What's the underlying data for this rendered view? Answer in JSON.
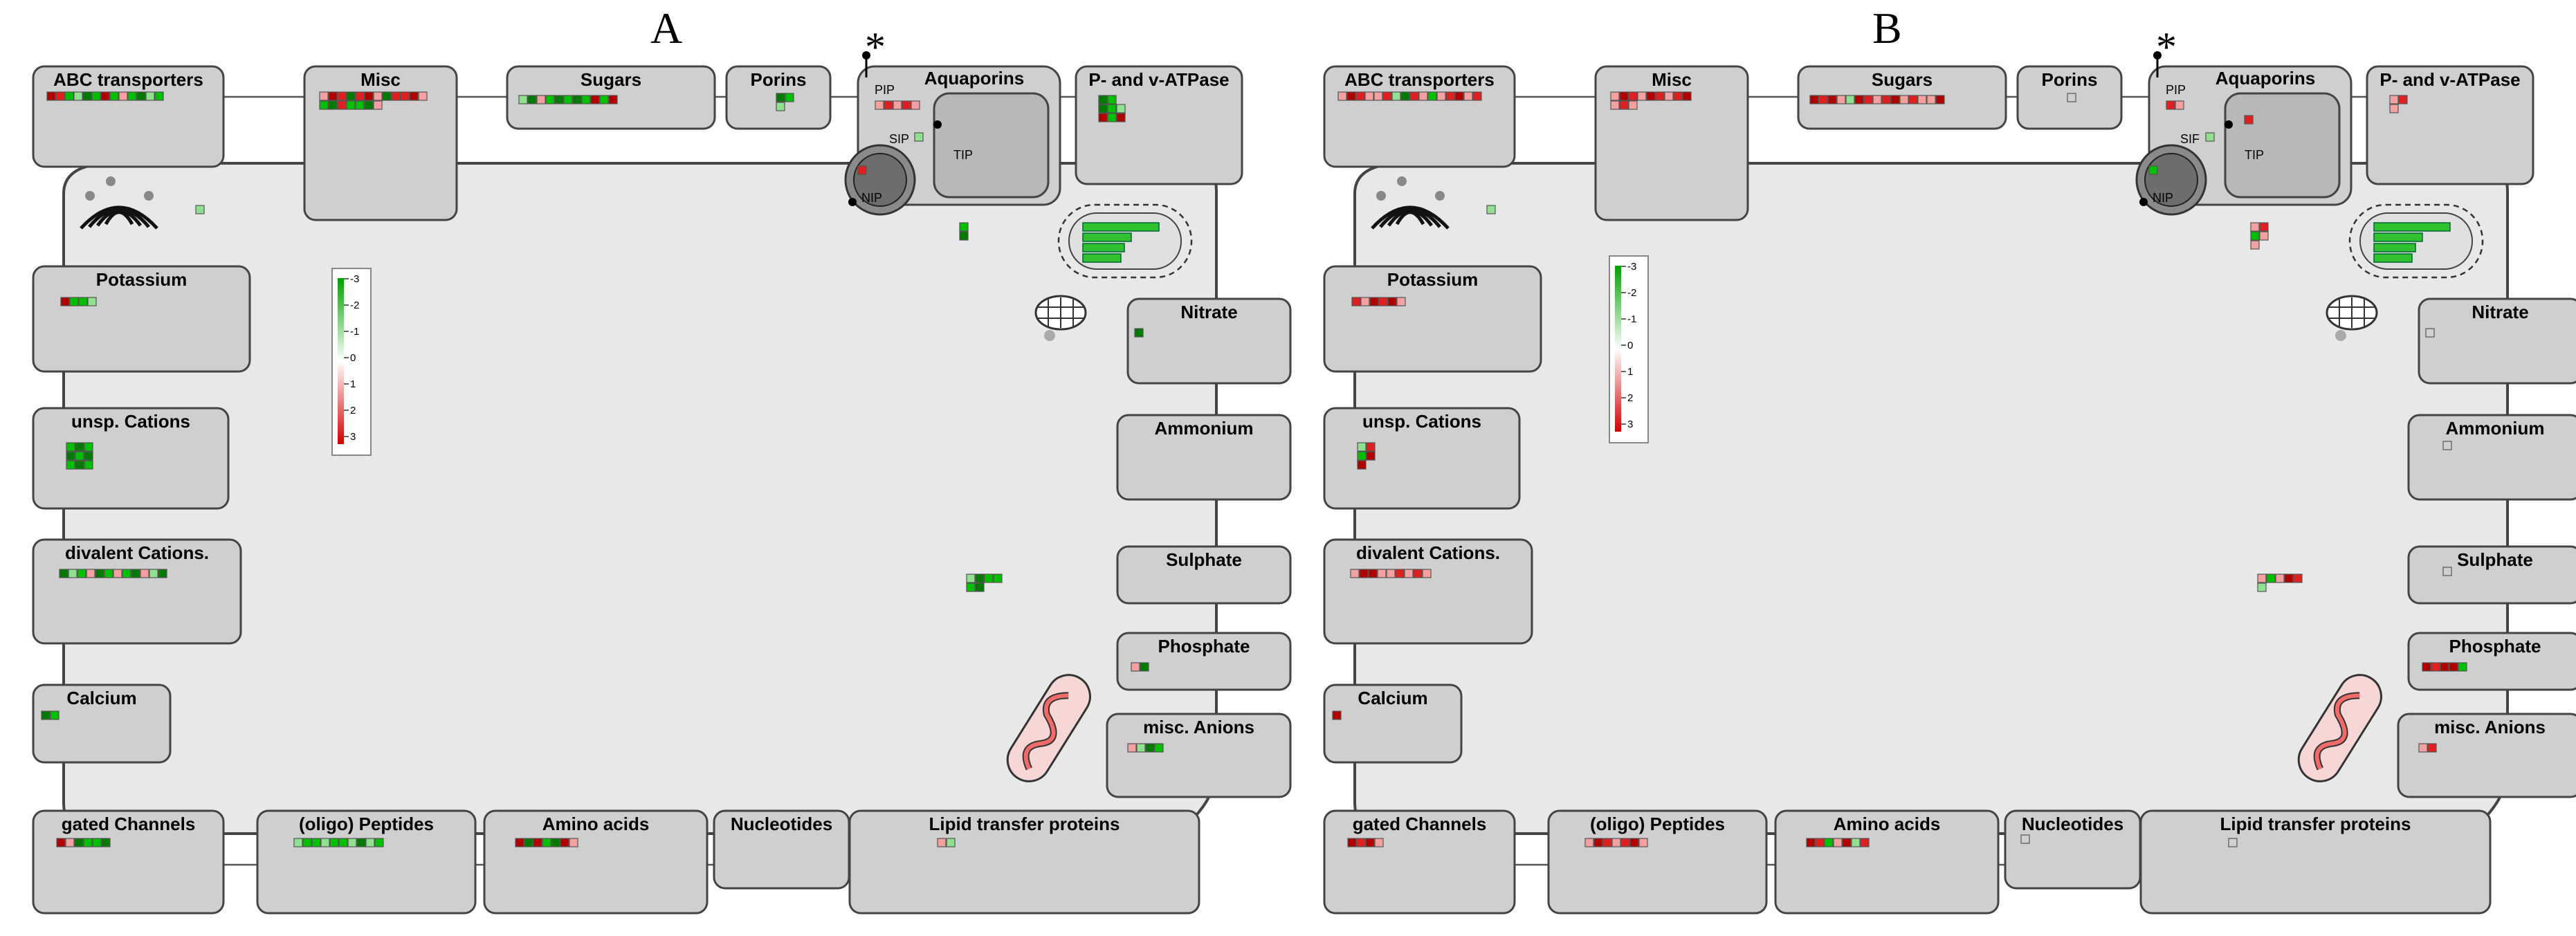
{
  "colors": {
    "dg": "#007a00",
    "g": "#00c000",
    "lg": "#8fe08f",
    "dr": "#b00000",
    "r": "#e02020",
    "lr": "#f4a0a0",
    "n": "#d0d0d0"
  },
  "legend": {
    "ticks": [
      "-3",
      "-2",
      "-1",
      "0",
      "1",
      "2",
      "3"
    ]
  },
  "panels": [
    {
      "letter": "A",
      "star": "*",
      "labels": {
        "abc": "ABC transporters",
        "misc": "Misc",
        "sugars": "Sugars",
        "porins": "Porins",
        "aquaporins": "Aquaporins",
        "pip": "PIP",
        "sip": "SIP",
        "tip": "TIP",
        "nip": "NIP",
        "atpase": "P- and v-ATPase",
        "potassium": "Potassium",
        "cations": "unsp. Cations",
        "divalent": "divalent Cations.",
        "calcium": "Calcium",
        "nitrate": "Nitrate",
        "ammonium": "Ammonium",
        "sulphate": "Sulphate",
        "phosphate": "Phosphate",
        "anions": "misc. Anions",
        "gated": "gated Channels",
        "peptides": "(oligo) Peptides",
        "aminoacids": "Amino acids",
        "nucleotides": "Nucleotides",
        "lipid": "Lipid transfer proteins"
      },
      "squares": {
        "abc": [
          [
            "dr",
            "r",
            "g",
            "lg",
            "dg",
            "g",
            "dr",
            "g",
            "lr",
            "g",
            "dg",
            "lg",
            "g"
          ]
        ],
        "misc": [
          [
            "lr",
            "dr",
            "r",
            "dg",
            "r",
            "dr",
            "lr",
            "dg",
            "r",
            "r",
            "dr",
            "lr"
          ],
          [
            "g",
            "dg",
            "r",
            "g",
            "g",
            "dg",
            "lr"
          ]
        ],
        "sugars": [
          [
            "lg",
            "dg",
            "lr",
            "g",
            "dg",
            "g",
            "dg",
            "g",
            "dr",
            "g",
            "dr"
          ]
        ],
        "porins": [
          [
            "dg",
            "g"
          ],
          [
            "lg"
          ]
        ],
        "pip": [
          [
            "lr",
            "r",
            "lr",
            "r",
            "lr"
          ]
        ],
        "sip": [
          [
            "lg"
          ]
        ],
        "nip": [
          [
            "r"
          ]
        ],
        "atpase": [
          [
            "dg",
            "g"
          ],
          [
            "dg",
            "g",
            "lg"
          ],
          [
            "dr",
            "g",
            "dr"
          ]
        ],
        "scatter1": [
          [
            "lg"
          ]
        ],
        "scatter2": [
          [
            "g"
          ],
          [
            "dg"
          ]
        ],
        "scatter3": [
          [
            "lg",
            "dg",
            "g",
            "g"
          ],
          [
            "g",
            "dg"
          ]
        ],
        "potassium": [
          [
            "dr",
            "g",
            "g",
            "lg"
          ]
        ],
        "cations": [
          [
            "g",
            "dg",
            "g"
          ],
          [
            "dg",
            "g",
            "dg"
          ],
          [
            "g",
            "dg",
            "g"
          ]
        ],
        "divalent": [
          [
            "dg",
            "lg",
            "g",
            "lr",
            "dg",
            "g",
            "lr",
            "g",
            "dg",
            "lr",
            "lg",
            "dg"
          ]
        ],
        "calcium": [
          [
            "dg",
            "g"
          ]
        ],
        "nitrate": [
          [
            "dg"
          ]
        ],
        "phosphate": [
          [
            "lr",
            "dg"
          ]
        ],
        "anions": [
          [
            "lr",
            "lg",
            "dg",
            "g"
          ]
        ],
        "gated": [
          [
            "dr",
            "lr",
            "dg",
            "g",
            "g",
            "dg"
          ]
        ],
        "peptides": [
          [
            "lg",
            "g",
            "g",
            "lg",
            "g",
            "g",
            "lg",
            "dg",
            "lg",
            "g"
          ]
        ],
        "aminoacids": [
          [
            "dr",
            "dg",
            "dr",
            "g",
            "dg",
            "dr",
            "lr"
          ]
        ],
        "lipid": [
          [
            "lr",
            "lg"
          ]
        ]
      }
    },
    {
      "letter": "B",
      "star": "*",
      "labels": {
        "abc": "ABC transporters",
        "misc": "Misc",
        "sugars": "Sugars",
        "porins": "Porins",
        "aquaporins": "Aquaporins",
        "pip": "PIP",
        "sip": "SIF",
        "tip": "TIP",
        "nip": "NIP",
        "atpase": "P- and v-ATPase",
        "potassium": "Potassium",
        "cations": "unsp. Cations",
        "divalent": "divalent Cations.",
        "calcium": "Calcium",
        "nitrate": "Nitrate",
        "ammonium": "Ammonium",
        "sulphate": "Sulphate",
        "phosphate": "Phosphate",
        "anions": "misc. Anions",
        "gated": "gated Channels",
        "peptides": "(oligo) Peptides",
        "aminoacids": "Amino acids",
        "nucleotides": "Nucleotides",
        "lipid": "Lipid transfer proteins"
      },
      "squares": {
        "abc": [
          [
            "lr",
            "dr",
            "r",
            "lr",
            "lr",
            "r",
            "lg",
            "dg",
            "r",
            "lr",
            "g",
            "lr",
            "r",
            "dr",
            "lr",
            "r"
          ]
        ],
        "misc": [
          [
            "lr",
            "dr",
            "r",
            "lr",
            "dr",
            "r",
            "lr",
            "r",
            "dr"
          ],
          [
            "lr",
            "r",
            "lr"
          ]
        ],
        "sugars": [
          [
            "dr",
            "r",
            "dr",
            "lr",
            "lg",
            "dr",
            "r",
            "lr",
            "r",
            "dr",
            "lr",
            "r",
            "lr",
            "lr",
            "dr"
          ]
        ],
        "porins": [
          [
            "n"
          ]
        ],
        "pip": [
          [
            "r",
            "lr"
          ]
        ],
        "sip": [
          [
            "lg"
          ]
        ],
        "tip": [
          [
            "r"
          ]
        ],
        "nip": [
          [
            "g"
          ]
        ],
        "atpase": [
          [
            "lr",
            "r"
          ],
          [
            "lr"
          ]
        ],
        "scatter1": [
          [
            "lg"
          ]
        ],
        "scatter2": [
          [
            "lr",
            "r"
          ],
          [
            "g",
            "lr"
          ],
          [
            "lr"
          ]
        ],
        "scatter3": [
          [
            "lr",
            "g",
            "lr",
            "dr",
            "r"
          ],
          [
            "lg"
          ]
        ],
        "potassium": [
          [
            "r",
            "lr",
            "dr",
            "r",
            "dr",
            "lr"
          ]
        ],
        "cations": [
          [
            "lg",
            "r"
          ],
          [
            "g",
            "dr"
          ],
          [
            "dr"
          ]
        ],
        "divalent": [
          [
            "lr",
            "dr",
            "dr",
            "lr",
            "lr",
            "r",
            "lr",
            "r",
            "lr"
          ]
        ],
        "calcium": [
          [
            "dr"
          ]
        ],
        "nitrate": [
          [
            "n"
          ]
        ],
        "ammonium": [
          [
            "n"
          ]
        ],
        "sulphate": [
          [
            "n"
          ]
        ],
        "phosphate": [
          [
            "dr",
            "r",
            "dr",
            "dr",
            "g"
          ]
        ],
        "anions": [
          [
            "lr",
            "r"
          ]
        ],
        "gated": [
          [
            "dr",
            "r",
            "dr",
            "lr"
          ]
        ],
        "peptides": [
          [
            "lr",
            "dr",
            "r",
            "lr",
            "r",
            "dr",
            "lr"
          ]
        ],
        "aminoacids": [
          [
            "dr",
            "r",
            "g",
            "lr",
            "dr",
            "lg",
            "r"
          ]
        ],
        "nucleotides": [
          [
            "n"
          ]
        ],
        "lipid": [
          [
            "n"
          ]
        ]
      }
    }
  ]
}
